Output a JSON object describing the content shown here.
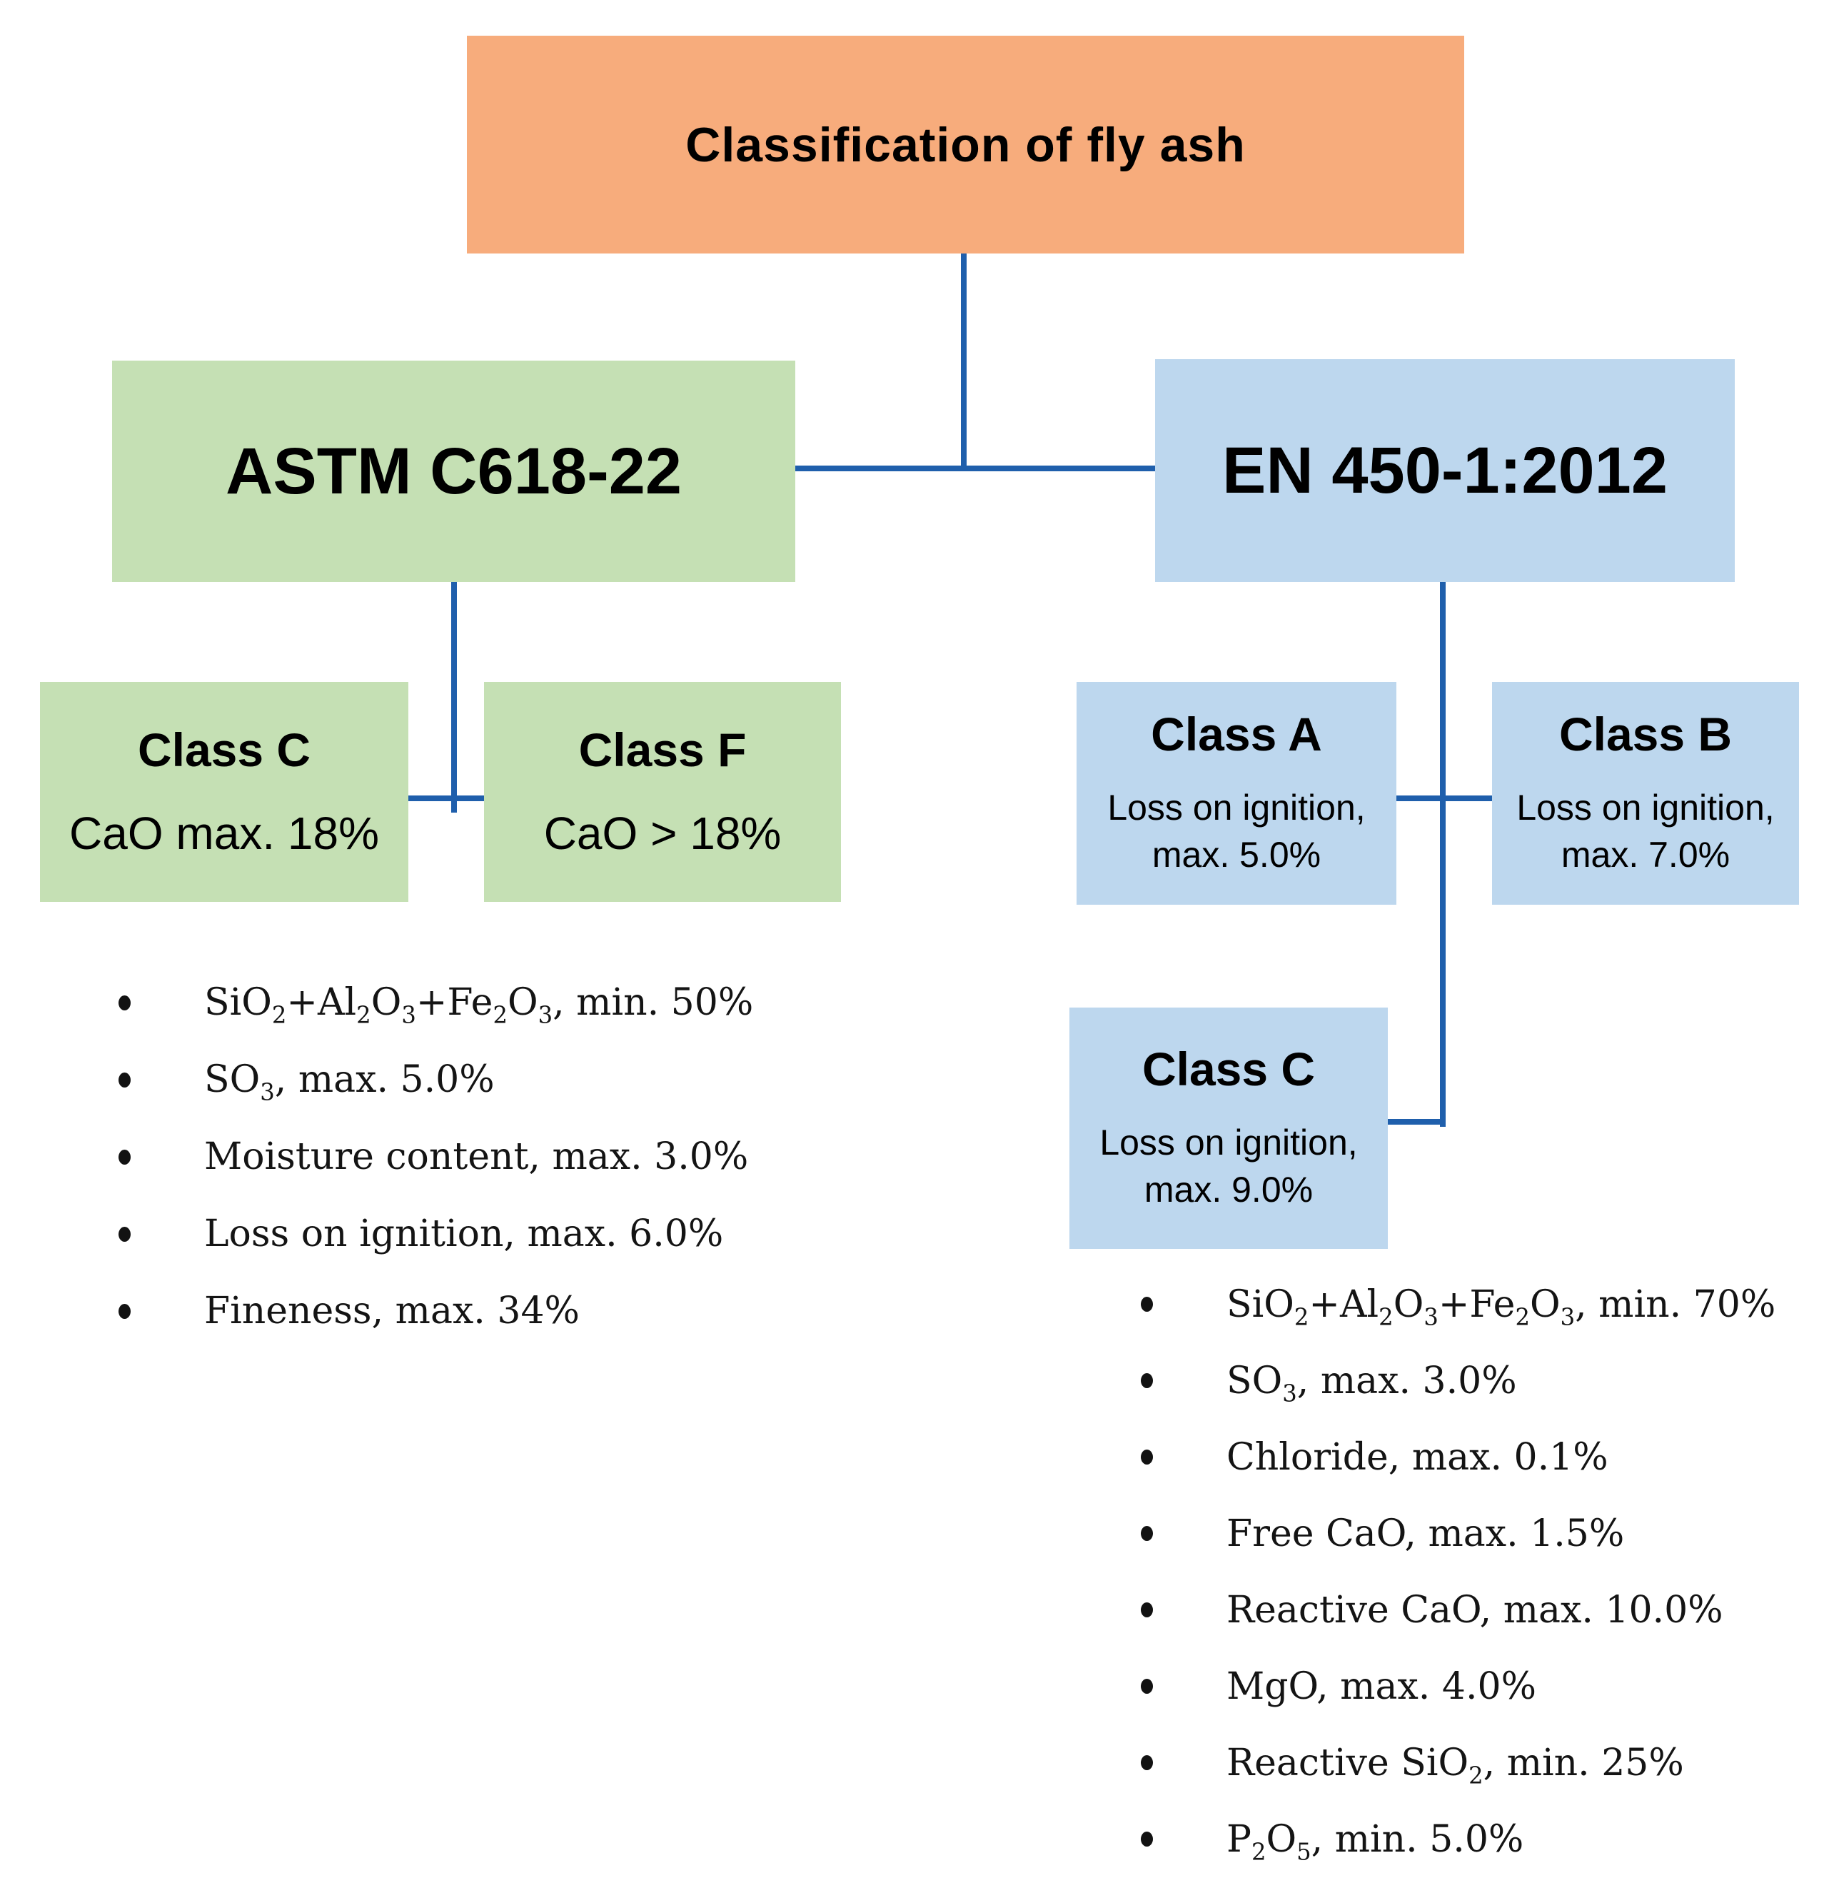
{
  "diagram": {
    "title": "Classification of fly ash",
    "astm": {
      "label": "ASTM C618-22",
      "class_c": {
        "name": "Class C",
        "value": "CaO max. 18%"
      },
      "class_f": {
        "name": "Class F",
        "value": "CaO > 18%"
      },
      "requirements": [
        "SiO₂+Al₂O₃+Fe₂O₃, min. 50%",
        "SO₃, max. 5.0%",
        "Moisture content, max. 3.0%",
        "Loss on ignition, max. 6.0%",
        "Fineness, max. 34%"
      ]
    },
    "en": {
      "label": "EN 450-1:2012",
      "class_a": {
        "name": "Class A",
        "line1": "Loss on ignition,",
        "line2": "max. 5.0%"
      },
      "class_b": {
        "name": "Class B",
        "line1": "Loss on ignition,",
        "line2": "max. 7.0%"
      },
      "class_c": {
        "name": "Class C",
        "line1": "Loss on ignition,",
        "line2": "max. 9.0%"
      },
      "requirements": [
        "SiO₂+Al₂O₃+Fe₂O₃, min. 70%",
        "SO₃, max. 3.0%",
        "Chloride, max. 0.1%",
        "Free CaO, max. 1.5%",
        "Reactive CaO, max. 10.0%",
        "MgO, max. 4.0%",
        "Reactive SiO₂, min. 25%",
        "P₂O₅, min. 5.0%"
      ]
    },
    "colors": {
      "title_fill": "#F7AC7C",
      "astm_fill": "#C5E0B4",
      "en_fill": "#BDD7EE",
      "connector": "#1F5FAC"
    }
  }
}
